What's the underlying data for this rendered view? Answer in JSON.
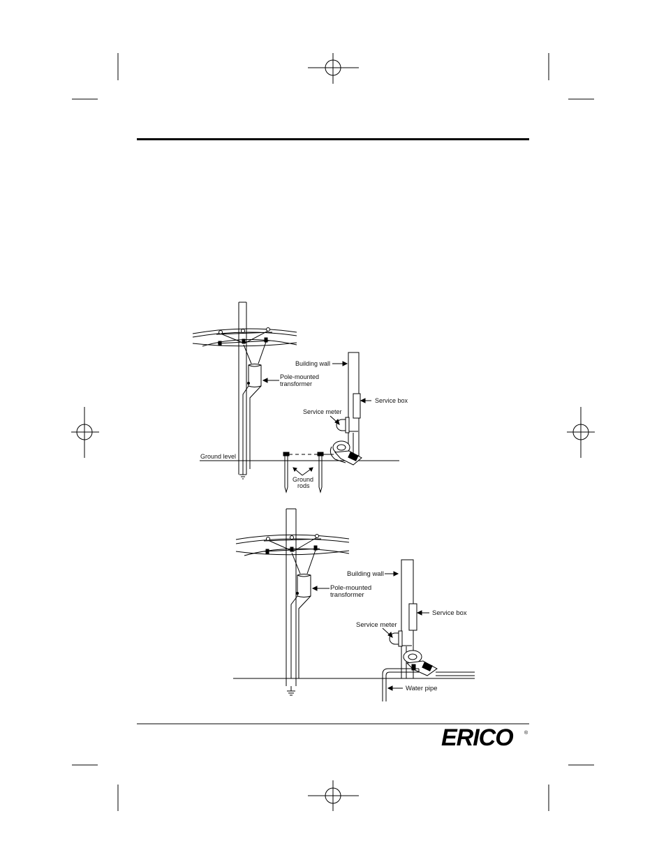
{
  "diagram_top": {
    "labels": {
      "building_wall": "Building wall",
      "pole_transformer_1": "Pole-mounted",
      "pole_transformer_2": "transformer",
      "service_box": "Service box",
      "service_meter": "Service meter",
      "ground_level": "Ground level",
      "ground_rods_1": "Ground",
      "ground_rods_2": "rods"
    }
  },
  "diagram_bottom": {
    "labels": {
      "building_wall": "Building wall",
      "pole_transformer_1": "Pole-mounted",
      "pole_transformer_2": "transformer",
      "service_box": "Service box",
      "service_meter": "Service meter",
      "water_pipe": "Water pipe"
    }
  },
  "logo": {
    "brand": "ERICO",
    "registered": "®"
  }
}
